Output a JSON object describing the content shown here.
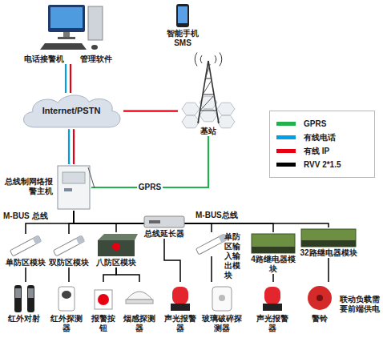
{
  "diagram": {
    "nodes": [
      {
        "text": [
          "电话接警机",
          "管理软件"
        ]
      },
      {
        "text": [
          "智能手机",
          "SMS"
        ]
      },
      {
        "text": [
          "Internet/PSTN"
        ]
      },
      {
        "text": [
          "基站"
        ]
      },
      {
        "text": [
          "总线制网络报警主机"
        ]
      },
      {
        "text": [
          "单防区模块"
        ]
      },
      {
        "text": [
          "双防区模块"
        ]
      },
      {
        "text": [
          "八防区模块"
        ]
      },
      {
        "text": [
          "总线延长器"
        ]
      },
      {
        "text": [
          "单防区输入输出模块"
        ]
      },
      {
        "text": [
          "4路继电器模块"
        ]
      },
      {
        "text": [
          "32路继电器模块"
        ]
      },
      {
        "text": [
          "红外对射"
        ]
      },
      {
        "text": [
          "红外探测器"
        ]
      },
      {
        "text": [
          "报警按钮"
        ]
      },
      {
        "text": [
          "烟感探测器"
        ]
      },
      {
        "text": [
          "声光报警器"
        ]
      },
      {
        "text": [
          "玻璃破碎探测器"
        ]
      },
      {
        "text": [
          "声光报警器"
        ]
      },
      {
        "text": [
          "警铃"
        ]
      }
    ],
    "edges": [
      {
        "from": 0,
        "to": 2,
        "arrow": "none"
      },
      {
        "from": 0,
        "to": 2,
        "arrow": "none"
      },
      {
        "from": 2,
        "to": 4,
        "arrow": "none"
      },
      {
        "from": 2,
        "to": 4,
        "arrow": "none"
      },
      {
        "from": 2,
        "to": 3,
        "arrow": "none"
      },
      {
        "from": 3,
        "to": 4,
        "label": "GPRS",
        "arrow": "none"
      },
      {
        "from": 4,
        "to": 5,
        "arrow": "none"
      },
      {
        "from": 4,
        "to": 6,
        "arrow": "none"
      },
      {
        "from": 4,
        "to": 7,
        "arrow": "none"
      },
      {
        "from": 4,
        "to": 8,
        "arrow": "none"
      },
      {
        "from": 4,
        "to": 9,
        "arrow": "none"
      },
      {
        "from": 4,
        "to": 10,
        "arrow": "none"
      },
      {
        "from": 4,
        "to": 11,
        "arrow": "none"
      },
      {
        "from": 5,
        "to": 12,
        "arrow": "none"
      },
      {
        "from": 6,
        "to": 13,
        "arrow": "none"
      },
      {
        "from": 7,
        "to": 14,
        "arrow": "none"
      },
      {
        "from": 7,
        "to": 15,
        "arrow": "none"
      },
      {
        "from": 8,
        "to": 16,
        "arrow": "none"
      },
      {
        "from": 9,
        "to": 17,
        "arrow": "none"
      },
      {
        "from": 10,
        "to": 18,
        "arrow": "none"
      },
      {
        "from": 11,
        "to": 19,
        "arrow": "none"
      }
    ],
    "labels": [
      "M-BUS 总线",
      "M-BUS总线",
      "联动负载需要前端供电"
    ],
    "legend": [
      {
        "text": "GPRS",
        "color": "#22b14c"
      },
      {
        "text": "有线电话",
        "color": "#00a0e9"
      },
      {
        "text": "有线 IP",
        "color": "#e60012"
      },
      {
        "text": "RVV 2*1.5",
        "color": "#000000"
      }
    ]
  }
}
